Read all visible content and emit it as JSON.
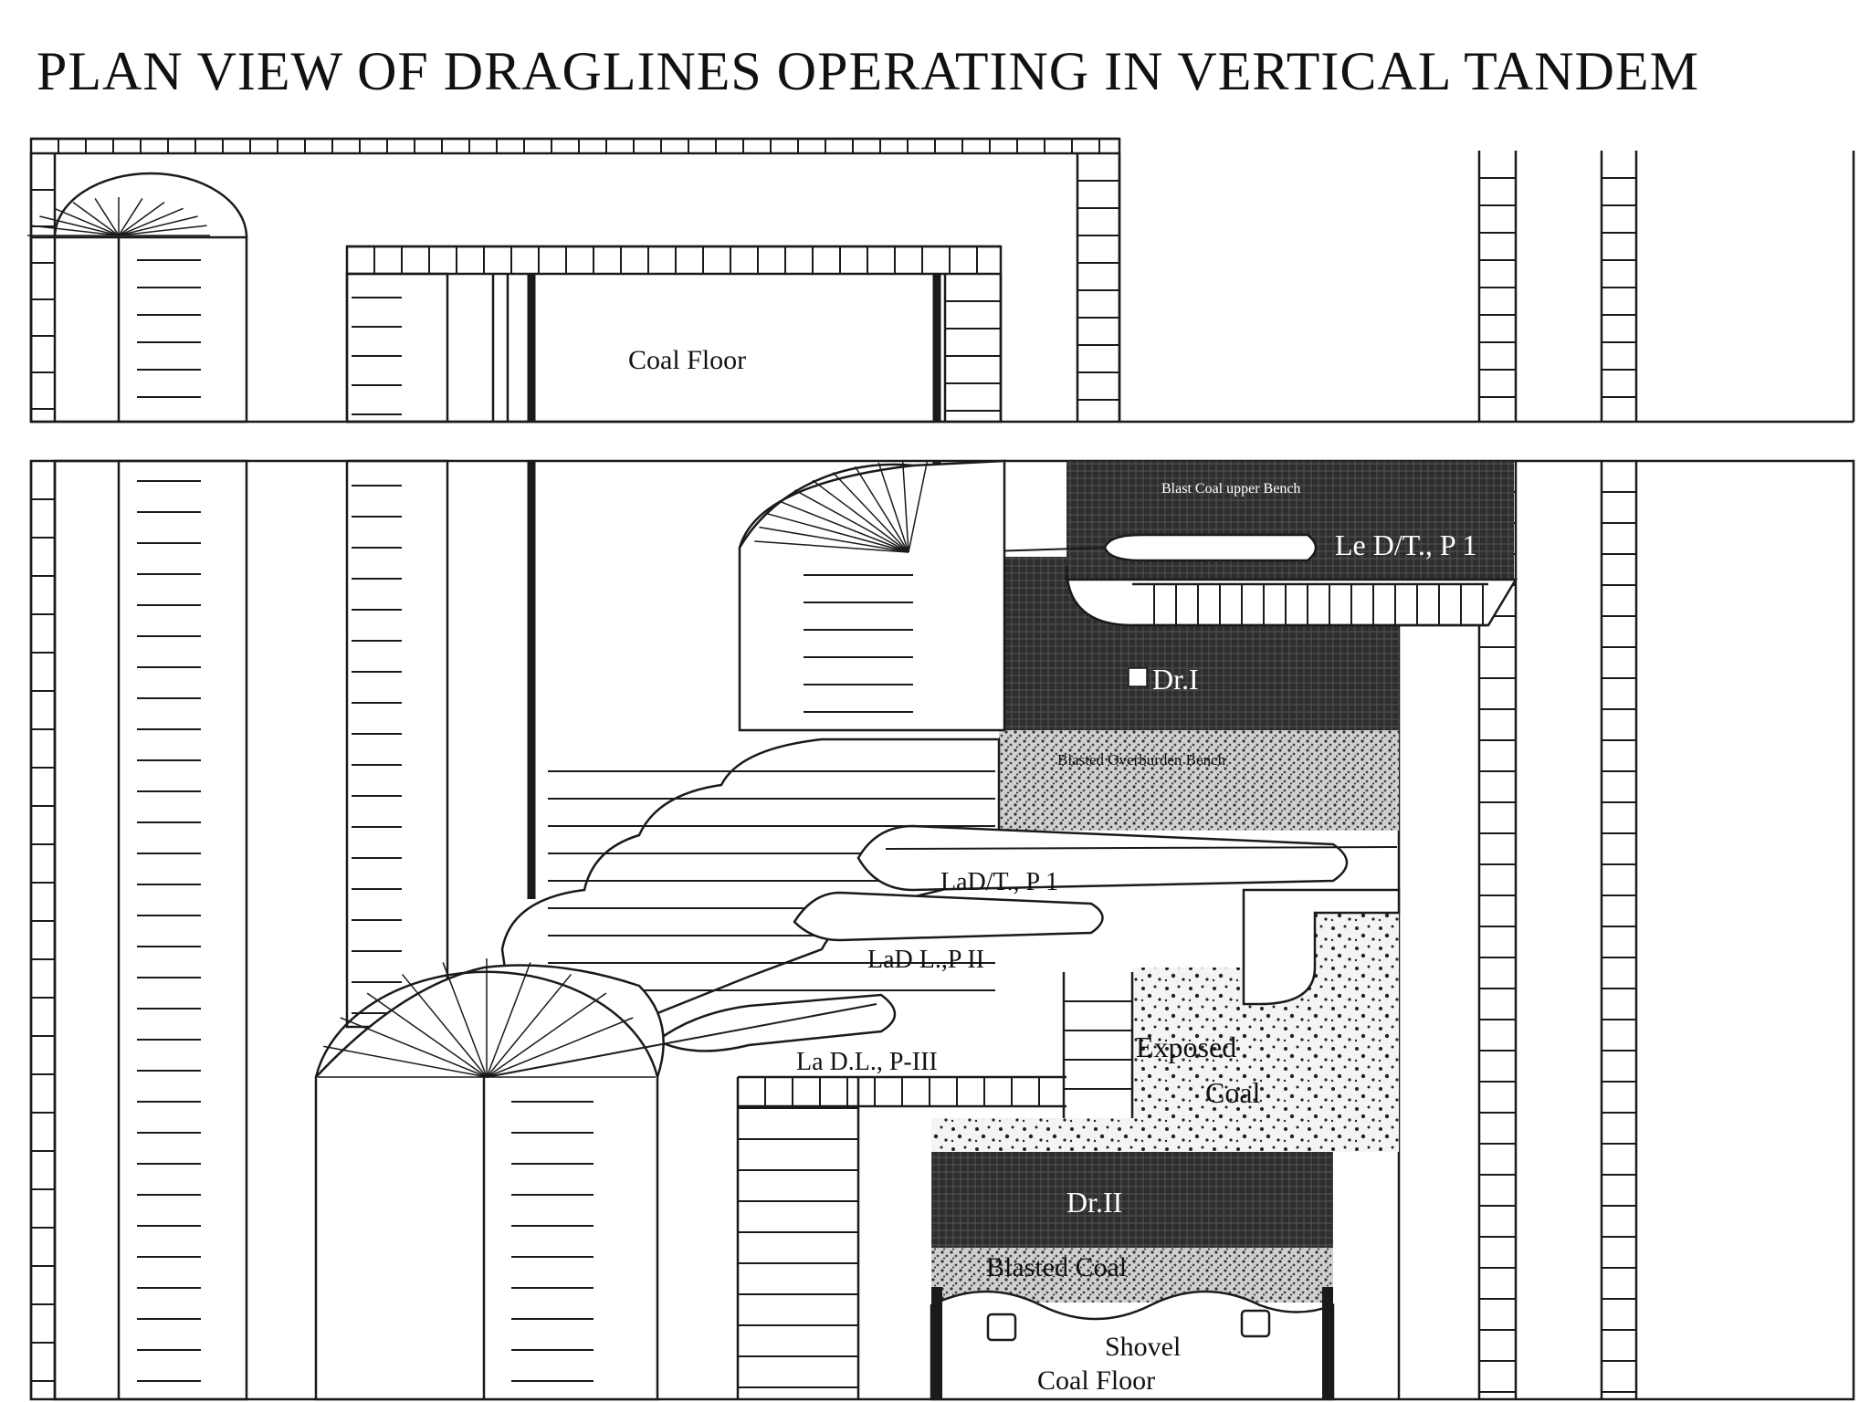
{
  "title": "PLAN VIEW OF DRAGLINES OPERATING IN VERTICAL TANDEM",
  "labels": {
    "coal_floor_top": "Coal Floor",
    "upper_band": "Blast Coal upper Bench",
    "le_dt_p1": "Le D/T., P 1",
    "dr1": "Dr.I",
    "blasted_upper_bench": "Blasted Overburden Bench",
    "lad_t_p1": "LaD/T., P 1",
    "lad_l_p2": "LaD L.,P II",
    "la_dl_p3": "La D.L., P-III",
    "exposed": "Exposed",
    "coal": "Coal",
    "dr2": "Dr.II",
    "blasted_coal": "Blasted Coal",
    "shovel": "Shovel",
    "coal_floor_bottom": "Coal Floor"
  },
  "colors": {
    "line": "#1a1a1a",
    "dark_fill": "#2e2e2e",
    "speckle_fill": "#f2f2f2",
    "background": "#ffffff"
  }
}
